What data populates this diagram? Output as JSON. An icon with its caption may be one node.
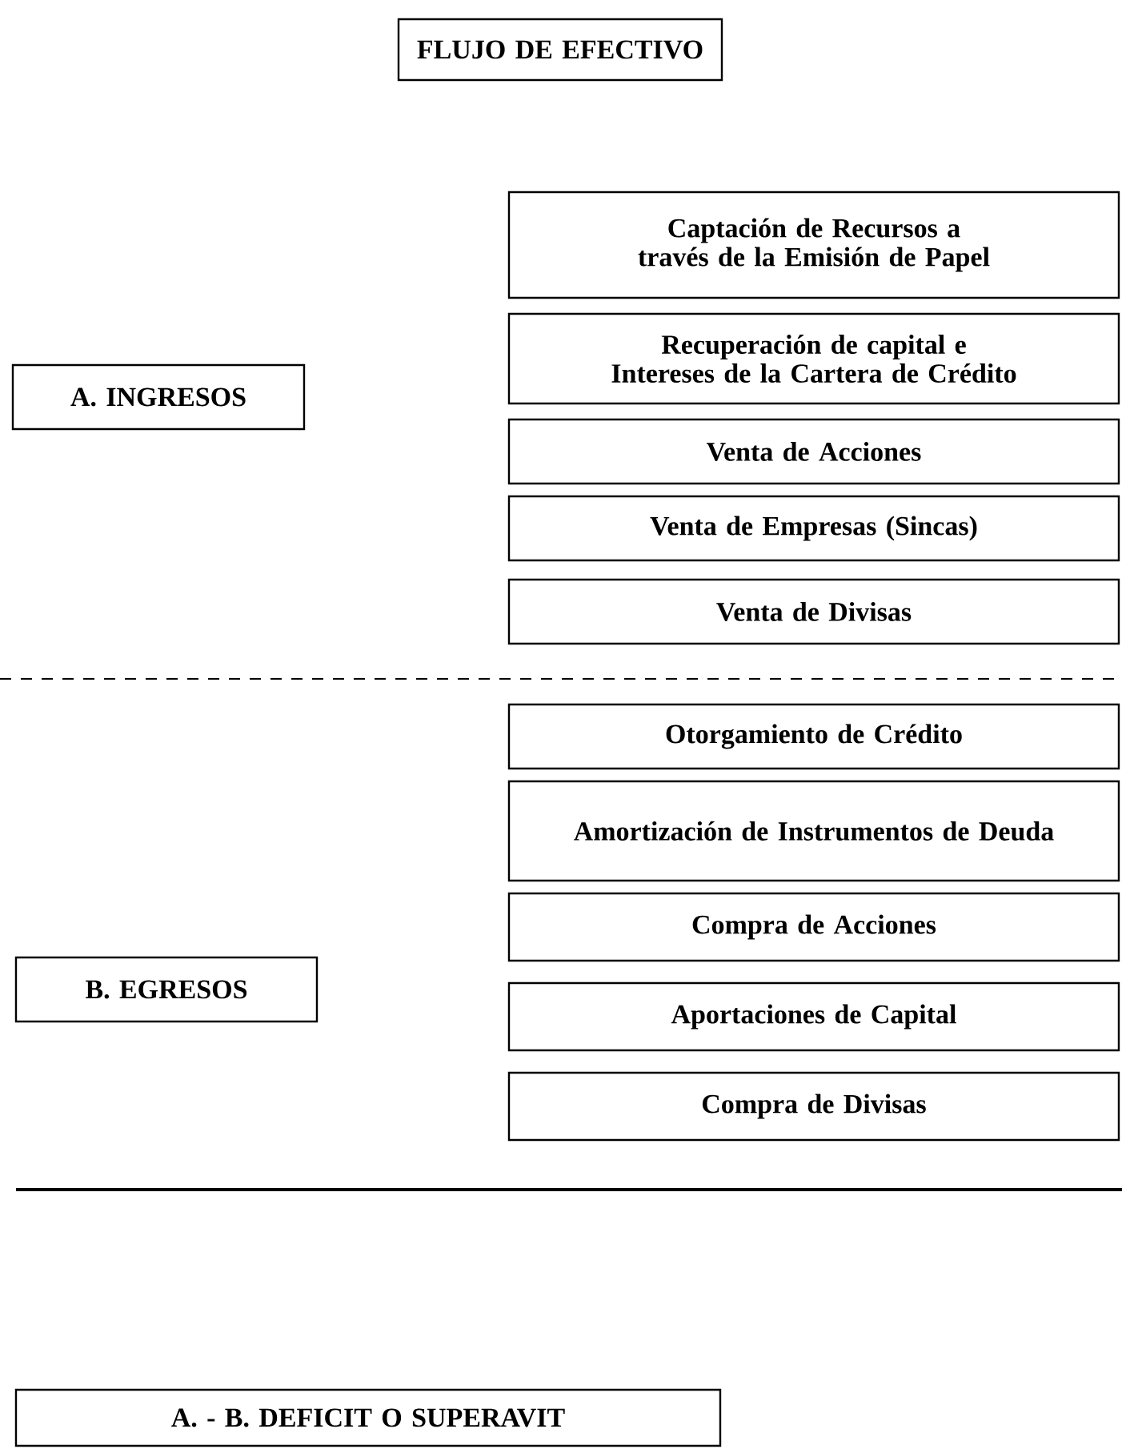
{
  "diagram": {
    "nodes": [
      {
        "text": [
          "FLUJO DE EFECTIVO"
        ]
      },
      {
        "text": [
          "Captación de Recursos a través de la Emisión de Papel"
        ]
      },
      {
        "text": [
          "Recuperación de capital e Intereses de la Cartera de Crédito"
        ]
      },
      {
        "text": [
          "A. INGRESOS"
        ]
      },
      {
        "text": [
          "Venta de Acciones"
        ]
      },
      {
        "text": [
          "Venta de Empresas (Sincas)"
        ]
      },
      {
        "text": [
          "Venta de Divisas"
        ]
      },
      {
        "text": [
          "Otorgamiento de Crédito"
        ]
      },
      {
        "text": [
          "Amortización de Instrumentos de Deuda"
        ]
      },
      {
        "text": [
          "B. EGRESOS"
        ]
      },
      {
        "text": [
          "Compra de Acciones"
        ]
      },
      {
        "text": [
          "Aportaciones de Capital"
        ]
      },
      {
        "text": [
          "Compra de Divisas"
        ]
      },
      {
        "text": [
          "A. - B. DEFICIT O SUPERAVIT"
        ]
      }
    ]
  }
}
